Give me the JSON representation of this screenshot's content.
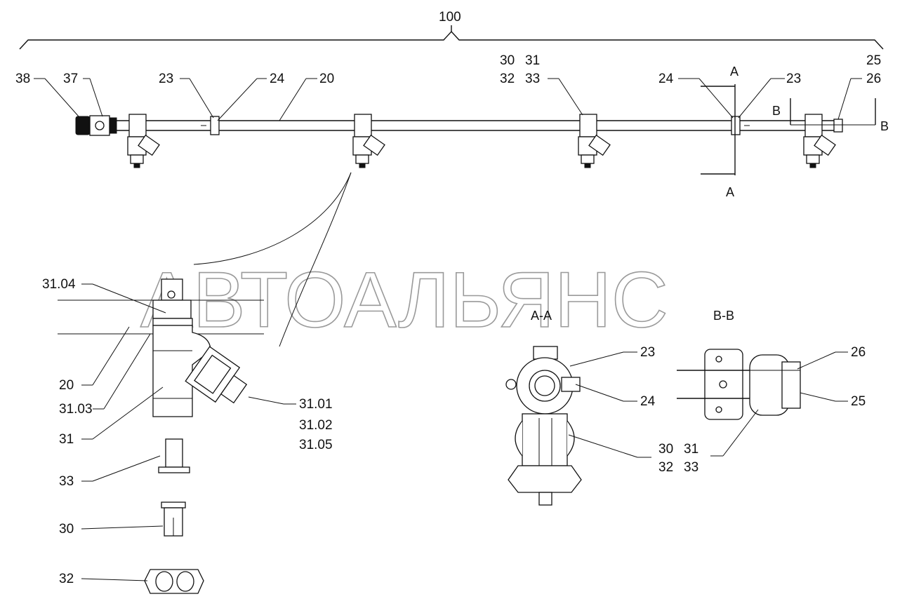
{
  "watermark": "АВТОАЛЬЯНС",
  "labels": {
    "assembly": "100",
    "p38": "38",
    "p37": "37",
    "p23_left": "23",
    "p24_left": "24",
    "p20_top": "20",
    "p30_top": "30",
    "p31_top": "31",
    "p32_top": "32",
    "p33_top": "33",
    "p24_right": "24",
    "p23_right": "23",
    "p25_top": "25",
    "p26_top": "26",
    "secA_top": "A",
    "secA_bottom": "A",
    "secB_left": "B",
    "secB_right": "B",
    "d_3104": "31.04",
    "d_20": "20",
    "d_3103": "31.03",
    "d_31": "31",
    "d_3101": "31.01",
    "d_3102": "31.02",
    "d_3105": "31.05",
    "d_33": "33",
    "d_30": "30",
    "d_32": "32",
    "aa_title": "A-A",
    "aa_23": "23",
    "aa_24": "24",
    "aa_30": "30",
    "aa_31": "31",
    "aa_32": "32",
    "aa_33": "33",
    "bb_title": "B-B",
    "bb_26": "26",
    "bb_25": "25"
  }
}
